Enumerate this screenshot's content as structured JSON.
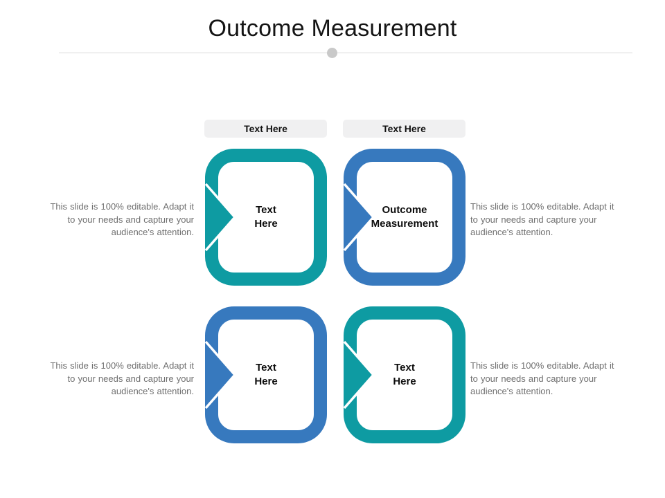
{
  "slide": {
    "title": "Outcome Measurement"
  },
  "colors": {
    "teal": "#0E9BA2",
    "blue": "#3779BE",
    "chip_bg": "#f0f0f1",
    "divider": "#d9d9d9",
    "divider_dot": "#c9c9c9",
    "body_text": "#6f6f6f"
  },
  "chips": [
    {
      "label": "Text Here"
    },
    {
      "label": "Text Here"
    }
  ],
  "cards": [
    {
      "position": "top-left",
      "color": "#0E9BA2",
      "line1": "Text",
      "line2": "Here"
    },
    {
      "position": "top-right",
      "color": "#3779BE",
      "line1": "Outcome",
      "line2": "Measurement"
    },
    {
      "position": "bottom-left",
      "color": "#3779BE",
      "line1": "Text",
      "line2": "Here"
    },
    {
      "position": "bottom-right",
      "color": "#0E9BA2",
      "line1": "Text",
      "line2": "Here"
    }
  ],
  "paragraphs": {
    "top_left": {
      "lines": [
        "This slide is 100% editable. Adapt it",
        "to your needs and capture your",
        "audience's attention."
      ]
    },
    "top_right": {
      "lines": [
        "This slide is 100% editable. Adapt it",
        "to your needs and capture your",
        "audience's attention."
      ]
    },
    "bottom_left": {
      "lines": [
        "This slide is 100% editable. Adapt it",
        "to your needs and capture your",
        "audience's attention."
      ]
    },
    "bottom_right": {
      "lines": [
        "This slide is 100% editable. Adapt it",
        "to your needs and capture your",
        "audience's attention."
      ]
    }
  }
}
